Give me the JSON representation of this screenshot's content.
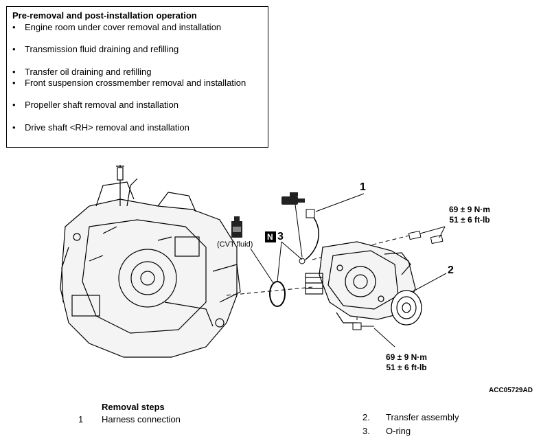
{
  "pre_removal": {
    "title": "Pre-removal and post-installation operation",
    "items": [
      "Engine room under cover removal and installation",
      "Transmission fluid draining and refilling",
      "Transfer oil draining and refilling",
      "Front suspension crossmember removal and installation",
      "Propeller shaft removal and installation",
      "Drive shaft <RH> removal and installation"
    ]
  },
  "diagram": {
    "callouts": [
      "1",
      "2",
      "3"
    ],
    "n_badge": "N",
    "cvt_fluid": "(CVT fluid)",
    "torque_top": [
      "69 ± 9 N·m",
      "51 ± 6 ft-lb"
    ],
    "torque_bottom": [
      "69 ± 9 N·m",
      "51 ± 6 ft-lb"
    ],
    "figure_code": "ACC05729AD"
  },
  "removal_steps": {
    "heading": "Removal steps",
    "left": [
      {
        "num": "1",
        "text": "Harness connection"
      }
    ],
    "right": [
      {
        "num": "2.",
        "text": "Transfer assembly"
      },
      {
        "num": "3.",
        "text": "O-ring"
      }
    ]
  }
}
